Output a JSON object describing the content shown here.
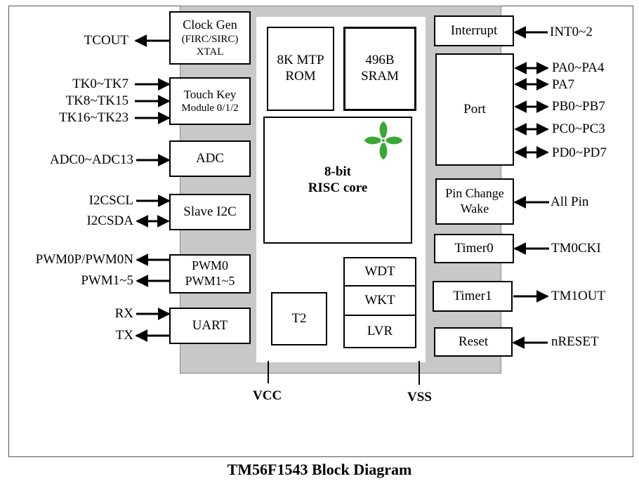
{
  "title": "TM56F1543 Block Diagram",
  "blocks": {
    "clock_gen": [
      "Clock Gen",
      "(FIRC/SIRC)",
      "XTAL"
    ],
    "touch_key": [
      "Touch Key",
      "Module 0/1/2"
    ],
    "adc": "ADC",
    "slave_i2c": "Slave I2C",
    "pwm": [
      "PWM0",
      "PWM1~5"
    ],
    "uart": "UART",
    "mtp_rom": [
      "8K MTP",
      "ROM"
    ],
    "sram": [
      "496B",
      "SRAM"
    ],
    "cpu": [
      "8-bit",
      "RISC core"
    ],
    "wdt": "WDT",
    "wkt": "WKT",
    "lvr": "LVR",
    "t2": "T2",
    "interrupt": "Interrupt",
    "port": "Port",
    "pin_change": [
      "Pin Change",
      "Wake"
    ],
    "timer0": "Timer0",
    "timer1": "Timer1",
    "reset": "Reset"
  },
  "left_signals": {
    "tcout": "TCOUT",
    "tk0": "TK0~TK7",
    "tk8": "TK8~TK15",
    "tk16": "TK16~TK23",
    "adc": "ADC0~ADC13",
    "i2cscl": "I2CSCL",
    "i2csda": "I2CSDA",
    "pwm0": "PWM0P/PWM0N",
    "pwm15": "PWM1~5",
    "rx": "RX",
    "tx": "TX"
  },
  "right_signals": {
    "int": "INT0~2",
    "pa04": "PA0~PA4",
    "pa7": "PA7",
    "pb": "PB0~PB7",
    "pc": "PC0~PC3",
    "pd": "PD0~PD7",
    "allpin": "All Pin",
    "tm0cki": "TM0CKI",
    "tm1out": "TM1OUT",
    "nreset": "nRESET"
  },
  "power": {
    "vcc": "VCC",
    "vss": "VSS"
  },
  "logo_color": "#3aa635"
}
